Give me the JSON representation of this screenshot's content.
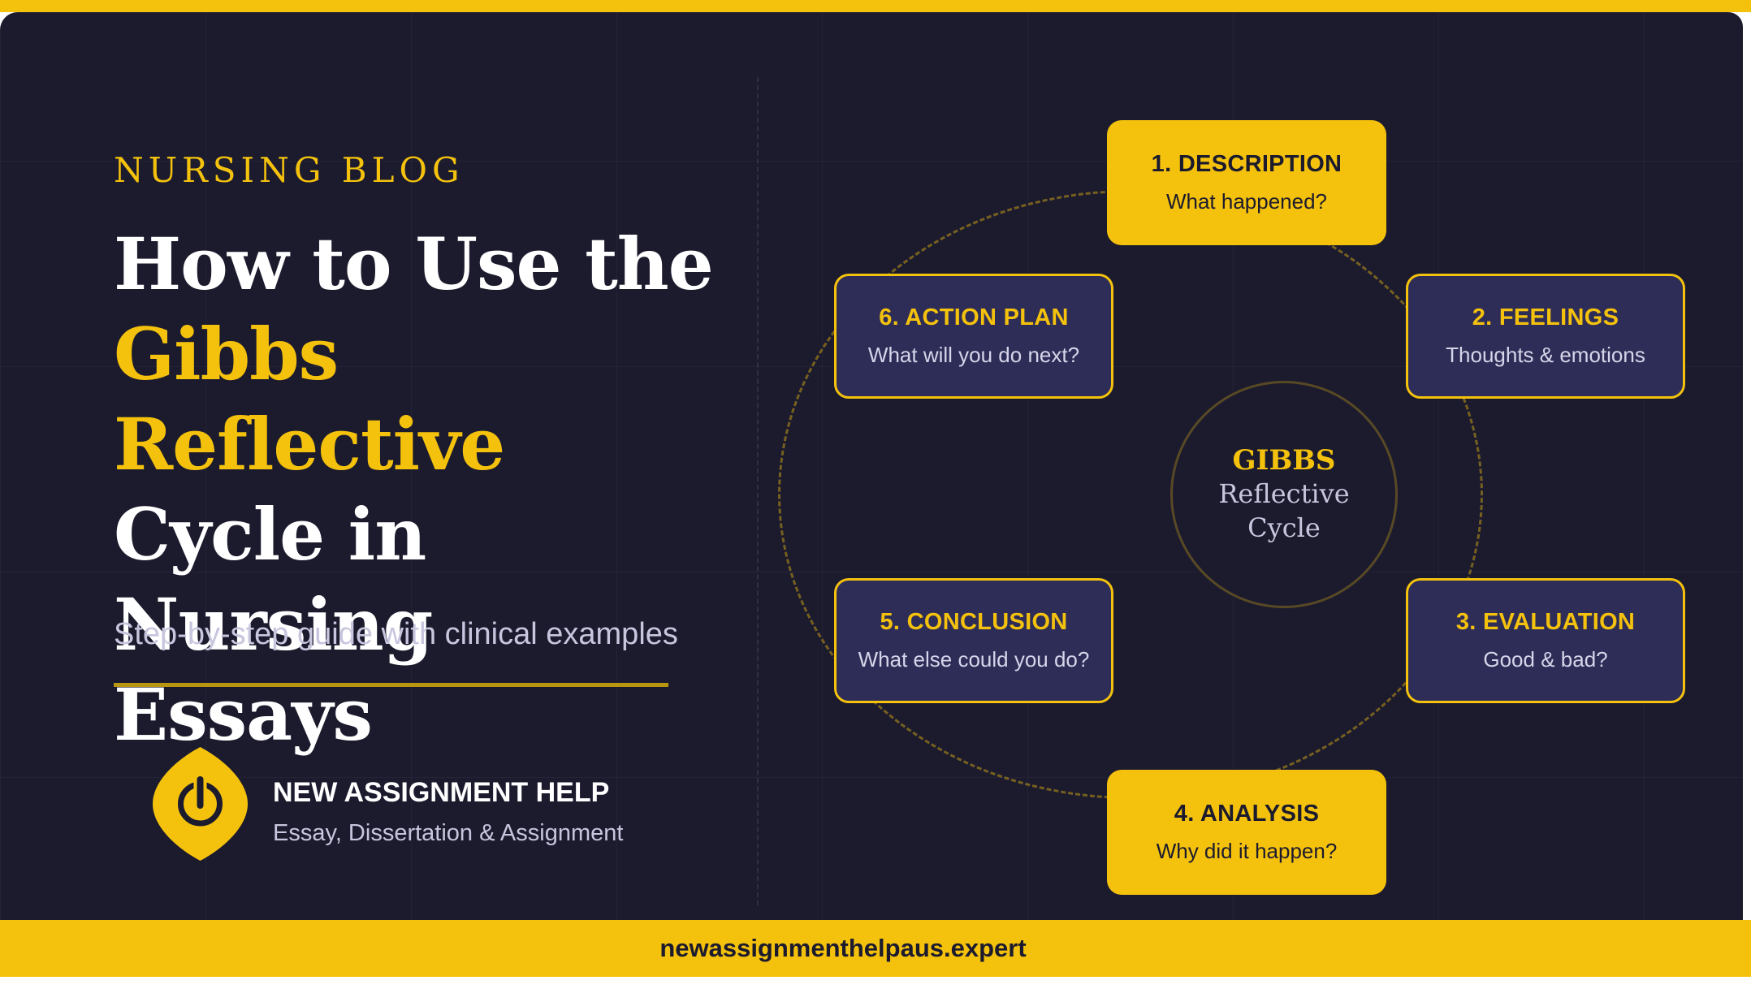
{
  "hero": {
    "eyebrow": "NURSING BLOG",
    "title_line1": "How to Use the",
    "title_highlight": "Gibbs Reflective",
    "title_line3": "Cycle in Nursing",
    "title_line4": "Essays",
    "subtitle": "Step-by-step guide with clinical examples"
  },
  "brand": {
    "name": "NEW ASSIGNMENT HELP",
    "tagline": "Essay, Dissertation & Assignment",
    "logo_icon": "power-drop-logo-icon"
  },
  "cycle": {
    "center_title": "GIBBS",
    "center_line1": "Reflective",
    "center_line2": "Cycle",
    "steps": [
      {
        "title": "1. DESCRIPTION",
        "desc": "What happened?"
      },
      {
        "title": "2. FEELINGS",
        "desc": "Thoughts & emotions"
      },
      {
        "title": "3. EVALUATION",
        "desc": "Good & bad?"
      },
      {
        "title": "4. ANALYSIS",
        "desc": "Why did it happen?"
      },
      {
        "title": "5. CONCLUSION",
        "desc": "What else could you do?"
      },
      {
        "title": "6. ACTION PLAN",
        "desc": "What will you do next?"
      }
    ]
  },
  "footer": {
    "url": "newassignmenthelpaus.expert"
  },
  "colors": {
    "accent": "#F4C20D",
    "background": "#1C1B2E",
    "card_dark": "#2E2D57",
    "muted_text": "#C7C6DE"
  }
}
